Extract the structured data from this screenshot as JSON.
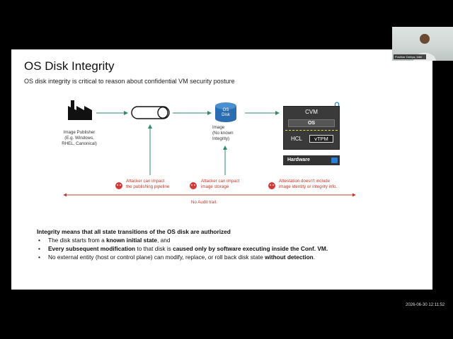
{
  "slide": {
    "title": "OS Disk Integrity",
    "subtitle": "OS disk integrity is critical to reason about confidential VM security posture"
  },
  "diagram": {
    "publisher_caption": [
      "Image Publisher",
      "(E.g. Windows,",
      "RHEL, Canonical)"
    ],
    "disk_label": [
      "OS",
      "Disk"
    ],
    "image_caption": [
      "Image",
      "(No known",
      "Integrity)"
    ],
    "cvm_label": "CVM",
    "os_label": "OS",
    "hcl_label": "HCL",
    "vtpm_label": "vTPM",
    "hardware_label": "Hardware",
    "attack_pipeline": [
      "Attacker can impact",
      "the publishing pipeline"
    ],
    "attack_storage": [
      "Attacker can impact",
      "image storage"
    ],
    "attestation_note": [
      "Attestation doesn't include",
      "image identity or integrity info."
    ],
    "audit_trail": "No Audit trail."
  },
  "body": {
    "heading": "Integrity means that all state transitions of the OS disk are authorized",
    "b1_pre": "The disk starts from a ",
    "b1_bold": "known initial state",
    "b1_post": ", and",
    "b2_bold1": "Every subsequent modification",
    "b2_mid": " to that disk is ",
    "b2_bold2": "caused only by software executing inside the Conf. VM.",
    "b3_pre": "No external entity (host or control plane) can modify, replace, or roll back disk state ",
    "b3_bold": "without detection",
    "b3_post": "."
  },
  "webcam": {
    "name": "Pushkar Dahiya, Intel"
  },
  "timestamp": "2026-06-30 12:11:52",
  "colors": {
    "arrow": "#2e8b6e",
    "attack": "#c0392b",
    "disk": "#2a6db0",
    "cvm_bg": "#3a3a3a"
  }
}
